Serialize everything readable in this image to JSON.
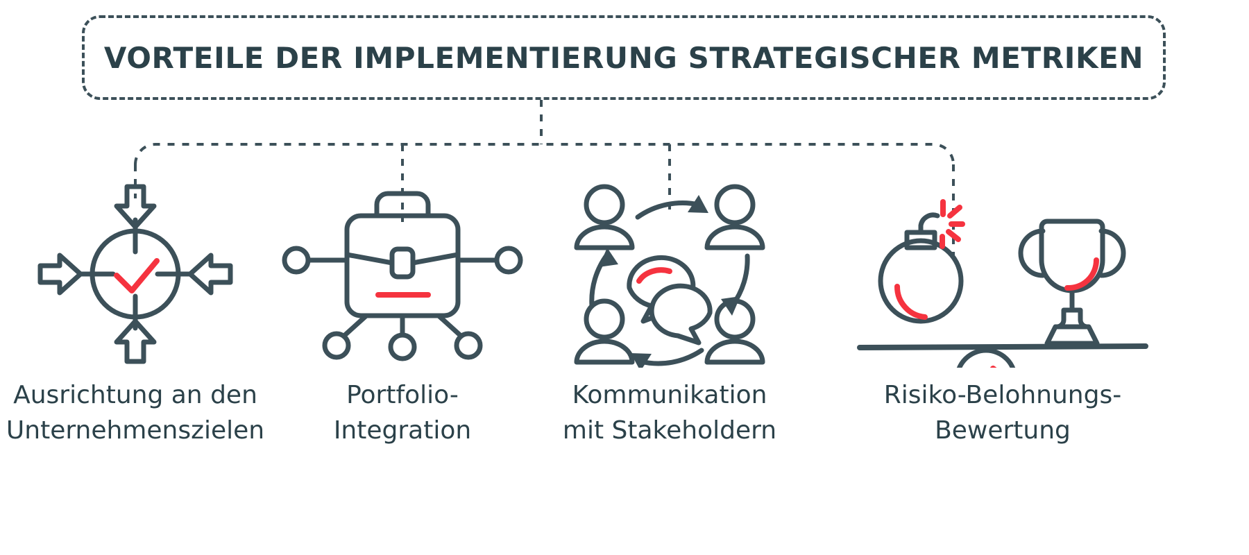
{
  "title": {
    "text": "VORTEILE DER IMPLEMENTIERUNG STRATEGISCHER METRIKEN"
  },
  "colors": {
    "ink": "#3c5059",
    "ink_text": "#2b4149",
    "accent": "#f5333f",
    "background": "#ffffff"
  },
  "branches": [
    {
      "id": "alignment",
      "icon": "target-check-arrows-icon",
      "label": "Ausrichtung an den\nUnternehmenszielen"
    },
    {
      "id": "portfolio",
      "icon": "briefcase-network-icon",
      "label": "Portfolio-\nIntegration"
    },
    {
      "id": "communication",
      "icon": "stakeholder-communication-icon",
      "label": "Kommunikation\nmit Stakeholdern"
    },
    {
      "id": "risk-reward",
      "icon": "balance-bomb-trophy-icon",
      "label": "Risiko-Belohnungs-\nBewertung"
    }
  ]
}
